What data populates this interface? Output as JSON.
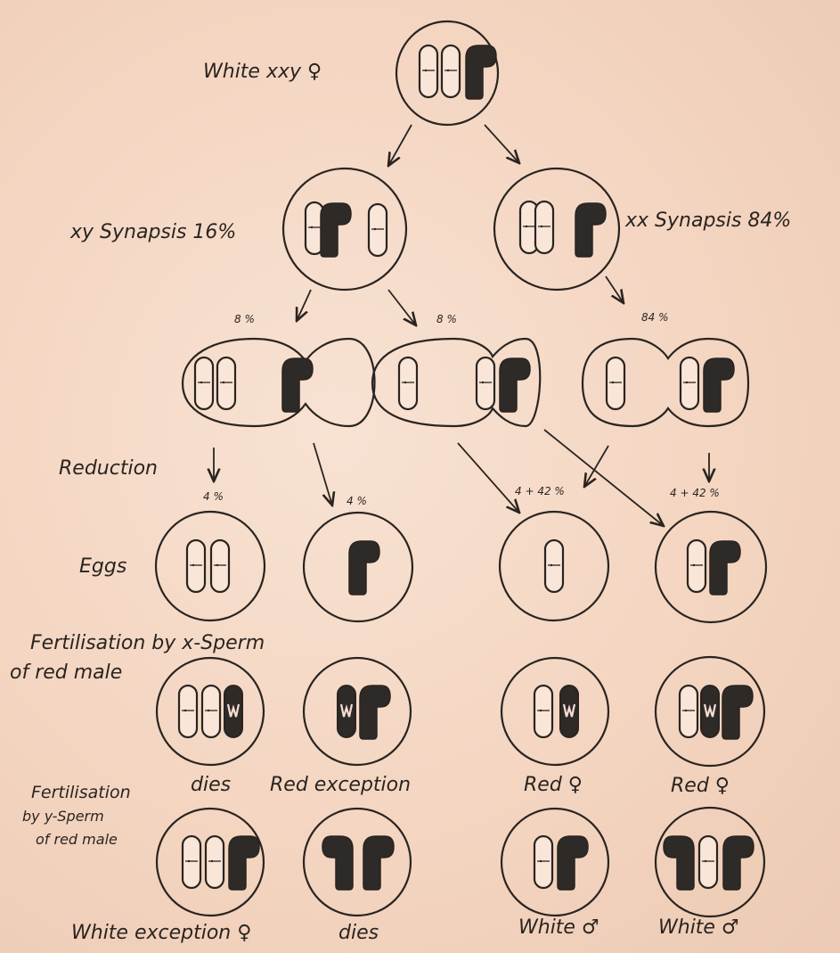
{
  "labels": {
    "top": "White xxy ♀",
    "xy_synapsis": "xy Synapsis 16%",
    "xx_synapsis": "xx Synapsis 84%",
    "pct_8a": "8 %",
    "pct_8b": "8 %",
    "pct_84": "84 %",
    "reduction": "Reduction",
    "pct_4a": "4 %",
    "pct_4b": "4 %",
    "pct_442a": "4 + 42 %",
    "pct_442b": "4 + 42 %",
    "eggs": "Eggs",
    "fert_x_line1": "Fertilisation by x-Sperm",
    "fert_x_line2": "of red male",
    "dies1": "dies",
    "red_exception": "Red exception",
    "red_f1": "Red ♀",
    "red_f2": "Red ♀",
    "fert_y_line1": "Fertilisation",
    "fert_y_line2": "by y-Sperm",
    "fert_y_line3": "of red male",
    "white_exception": "White exception ♀",
    "dies2": "dies",
    "white_m1": "White ♂",
    "white_m2": "White ♂"
  },
  "colors": {
    "paper": "#f6d9c6",
    "ink": "#2a2420",
    "chromosome_fill": "#2e2a28"
  }
}
